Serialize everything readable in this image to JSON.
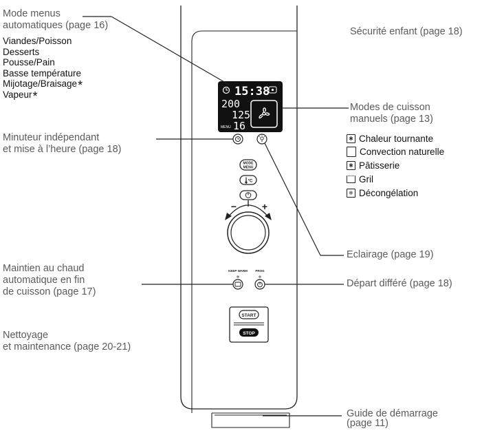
{
  "left_labels": {
    "mode_menus_line1": "Mode menus",
    "mode_menus_line2": "automatiques (page 16)",
    "menus": [
      "Viandes/Poisson",
      "Desserts",
      "Pousse/Pain",
      "Basse température",
      "Mijotage/Braisage",
      "Vapeur"
    ],
    "minuteur_line1": "Minuteur indépendant",
    "minuteur_line2": "et mise à l’heure (page 18)",
    "maintien_line1": "Maintien au chaud",
    "maintien_line2": "automatique en fin",
    "maintien_line3": "de cuisson (page 17)",
    "nettoyage_line1": "Nettoyage",
    "nettoyage_line2": "et maintenance (page 20-21)"
  },
  "right_labels": {
    "securite": "Sécurité enfant (page 18)",
    "modes_line1": "Modes de cuisson",
    "modes_line2": "manuels (page 13)",
    "modes": [
      "Chaleur tournante",
      "Convection naturelle",
      "Pâtisserie",
      "Gril",
      "Décongélation"
    ],
    "eclairage": "Eclairage (page 19)",
    "depart": "Départ différé (page 18)",
    "guide_line1": "Guide de démarrage",
    "guide_line2": "(page 11)"
  },
  "display": {
    "time": "15:38",
    "temp": "200",
    "timer": "125",
    "menu_label": "MENU",
    "menu_number": "16"
  },
  "buttons": {
    "mode_menu_line1": "MODE",
    "mode_menu_line2": "MENU",
    "temp_label": "°C",
    "minus": "−",
    "plus": "+",
    "keep_warm": "KEEP WARM",
    "prog": "PROG",
    "start": "START",
    "stop": "STOP"
  },
  "icons": {
    "minuteur": "timer-icon",
    "eclairage": "light-bulb-icon",
    "securite": "key-lock-icon",
    "fan": "fan-icon"
  }
}
